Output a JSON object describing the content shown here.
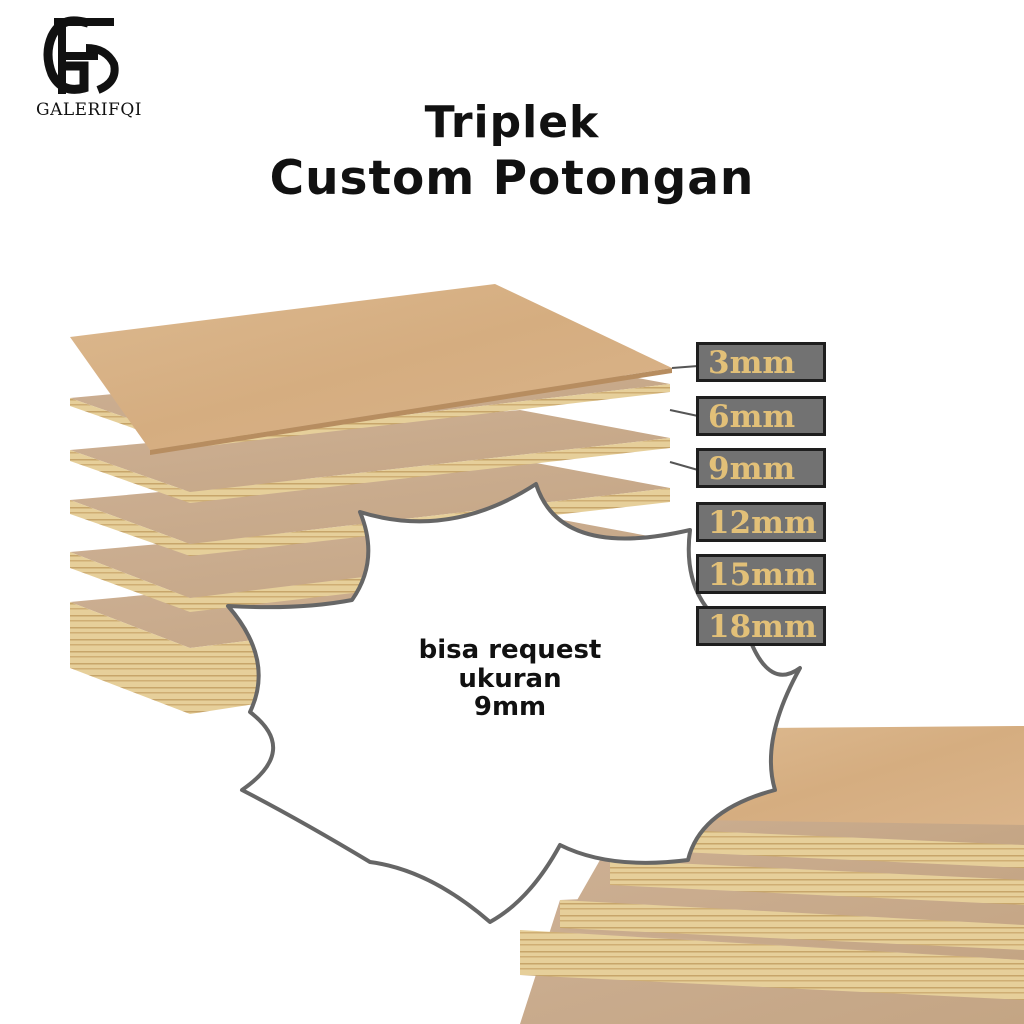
{
  "logo": {
    "monogram": "GF",
    "brand": "GALERIFQI",
    "brand_icon": "gf-monogram-logo"
  },
  "title": {
    "line1": "Triplek",
    "line2": "Custom Potongan"
  },
  "sizes": [
    "3mm",
    "6mm",
    "9mm",
    "12mm",
    "15mm",
    "18mm"
  ],
  "bubble": {
    "line1": "bisa request",
    "line2": "ukuran",
    "line3": "9mm"
  },
  "colors": {
    "label_bg": "#727272",
    "label_text": "#e2c078",
    "veneer": "#d9b48a",
    "board_core": "#c9a98a",
    "edge": "#e0c690"
  }
}
